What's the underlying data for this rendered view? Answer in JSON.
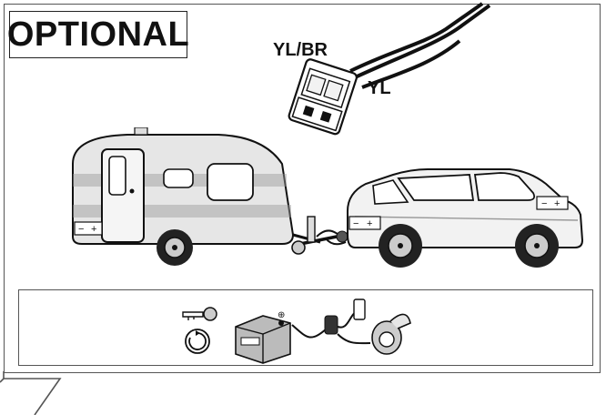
{
  "badge": {
    "label": "OPTIONAL"
  },
  "wires": {
    "label_1": "YL/BR",
    "label_2": "YL"
  },
  "battery_sign": {
    "minus": "−",
    "plus": "+"
  },
  "icons": [
    "key-icon",
    "rotate-icon",
    "car-battery-icon",
    "fuse-plug-icon",
    "tow-socket-icon"
  ]
}
